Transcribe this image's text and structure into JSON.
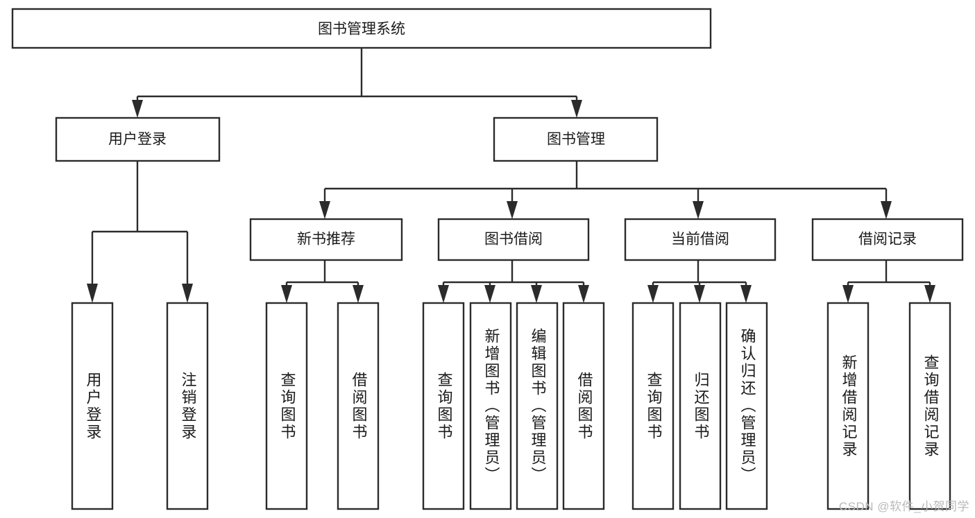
{
  "diagram": {
    "type": "tree-hierarchy-chart",
    "title": "图书管理系统",
    "watermark": "CSDN @软件_小贺同学",
    "colors": {
      "stroke": "#2b2b2b",
      "fill": "#ffffff",
      "text": "#1a1a1a",
      "watermark": "#b9b9b9"
    },
    "root": {
      "label": "图书管理系统",
      "orientation": "horizontal"
    },
    "level2": [
      {
        "label": "用户登录",
        "orientation": "horizontal"
      },
      {
        "label": "图书管理",
        "orientation": "horizontal"
      }
    ],
    "level3": [
      {
        "label": "新书推荐",
        "orientation": "horizontal",
        "parent": "图书管理"
      },
      {
        "label": "图书借阅",
        "orientation": "horizontal",
        "parent": "图书管理"
      },
      {
        "label": "当前借阅",
        "orientation": "horizontal",
        "parent": "图书管理"
      },
      {
        "label": "借阅记录",
        "orientation": "horizontal",
        "parent": "图书管理"
      }
    ],
    "leaves": {
      "用户登录": [
        {
          "label": "用户登录",
          "orientation": "vertical"
        },
        {
          "label": "注销登录",
          "orientation": "vertical"
        }
      ],
      "新书推荐": [
        {
          "label": "查询图书",
          "orientation": "vertical"
        },
        {
          "label": "借阅图书",
          "orientation": "vertical"
        }
      ],
      "图书借阅": [
        {
          "label": "查询图书",
          "orientation": "vertical"
        },
        {
          "label": "新增图书（管理员）",
          "orientation": "vertical"
        },
        {
          "label": "编辑图书（管理员）",
          "orientation": "vertical"
        },
        {
          "label": "借阅图书",
          "orientation": "vertical"
        }
      ],
      "当前借阅": [
        {
          "label": "查询图书",
          "orientation": "vertical"
        },
        {
          "label": "归还图书",
          "orientation": "vertical"
        },
        {
          "label": "确认归还（管理员）",
          "orientation": "vertical"
        }
      ],
      "借阅记录": [
        {
          "label": "新增借阅记录",
          "orientation": "vertical"
        },
        {
          "label": "查询借阅记录",
          "orientation": "vertical"
        }
      ]
    }
  },
  "labels": {
    "root": "图书管理系统",
    "n_user_login": "用户登录",
    "n_book_mgmt": "图书管理",
    "n_new_book_rec": "新书推荐",
    "n_book_borrow": "图书借阅",
    "n_current_borrow": "当前借阅",
    "n_borrow_record": "借阅记录",
    "l_user_login": "用户登录",
    "l_logout": "注销登录",
    "l_query_book_a": "查询图书",
    "l_borrow_book_a": "借阅图书",
    "l_query_book_b": "查询图书",
    "l_add_book_admin": "新增图书（管理员）",
    "l_edit_book_admin": "编辑图书（管理员）",
    "l_borrow_book_b": "借阅图书",
    "l_query_book_c": "查询图书",
    "l_return_book": "归还图书",
    "l_confirm_return_admin": "确认归还（管理员）",
    "l_add_borrow_record": "新增借阅记录",
    "l_query_borrow_record": "查询借阅记录",
    "watermark": "CSDN @软件_小贺同学"
  }
}
